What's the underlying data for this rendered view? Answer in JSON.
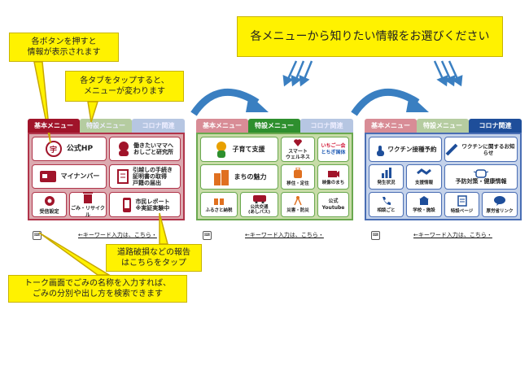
{
  "headline": "各メニューから知りたい情報をお選びください",
  "callouts": {
    "buttons": [
      "各ボタンを押すと",
      "情報が表示されます"
    ],
    "tabs": [
      "各タブをタップすると、",
      "メニューが変わります"
    ],
    "road": [
      "道路破損などの報告",
      "はこちらをタップ"
    ],
    "talk": [
      "トーク画面でごみの名称を入力すれば、",
      "ごみの分別や出し方を検索できます"
    ]
  },
  "tabs": {
    "basic": "基本メニュー",
    "special": "特設メニュー",
    "corona": "コロナ関連"
  },
  "keyword_link": "←キーワード入力は、こちら・",
  "basic_menu": {
    "official_hp": "公式HP",
    "working_mama": [
      "働きたいママへ",
      "おしごと研究所"
    ],
    "mynumber": "マイナンバー",
    "moving": [
      "引越しの手続き",
      "証明書の取得",
      "戸籍の届出"
    ],
    "receive_settings": "受信設定",
    "garbage": "ごみ・リサイクル",
    "citizen_report": [
      "市民レポート",
      "※実証実験中"
    ]
  },
  "special_menu": {
    "childcare": "子育て支援",
    "smart_wellness": [
      "スマート",
      "ウェルネス"
    ],
    "ichigo": [
      "いちご一会",
      "とちぎ国体"
    ],
    "town_charm": "まちの魅力",
    "migration": "移住・定住",
    "video_town": "映像のまち",
    "furusato": "ふるさと納税",
    "bus": [
      "公共交通",
      "(あしバス)"
    ],
    "disaster": "災害・防災",
    "youtube": [
      "公式",
      "Youtube"
    ]
  },
  "corona_menu": {
    "vaccine_booking": "ワクチン接種予約",
    "vaccine_info": "ワクチンに関するお知らせ",
    "status": "発生状況",
    "support": "支援情報",
    "prevention": "予防対策・健康情報",
    "consult": "相談ごと",
    "school": "学校・施設",
    "special_page": "特設ページ",
    "harm_link": "厚労省リンク"
  },
  "colors": {
    "basic_tab": "#a0142a",
    "basic_body": "#dcaab0",
    "basic_border": "#b0344a",
    "special_tab": "#2e8f2e",
    "special_body": "#c8dca8",
    "special_border": "#6aa84f",
    "corona_tab": "#1e4e9a",
    "corona_body": "#c4d2ea",
    "corona_border": "#4a6eb4",
    "callout": "#fff200",
    "arrow": "#3a7fc1"
  }
}
